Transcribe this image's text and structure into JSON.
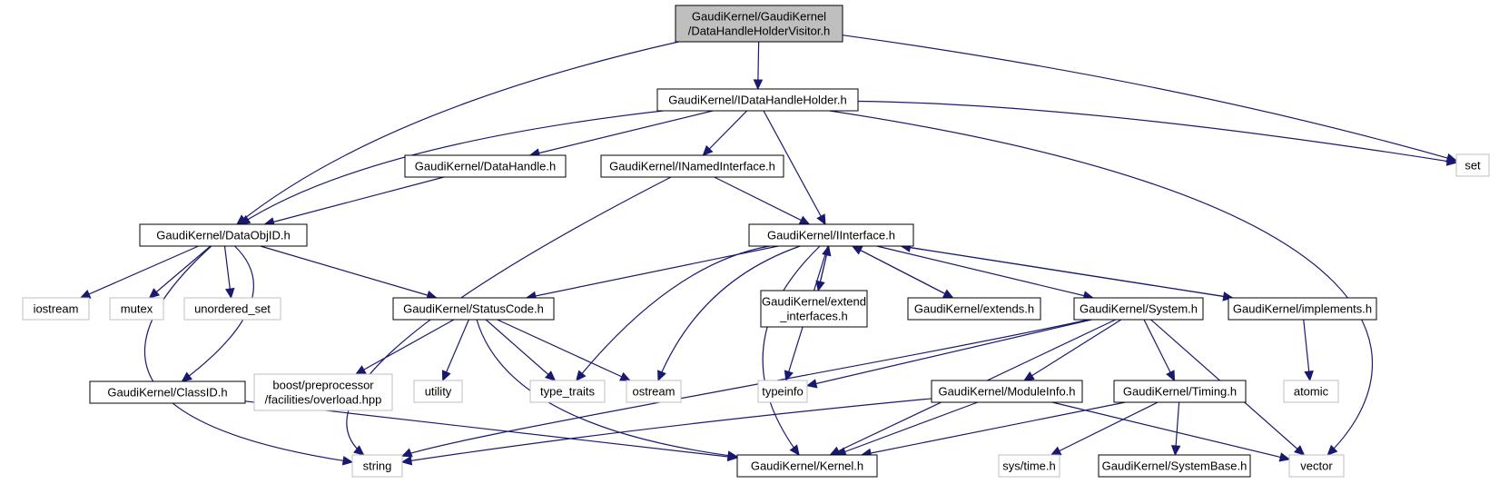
{
  "graph": {
    "title": "GaudiKernel/GaudiKernel/DataHandleHolderVisitor.h",
    "colors": {
      "edge": "#191970",
      "root_fill": "#bfbfbf",
      "internal_border": "#000000",
      "external_border": "#bfbfbf",
      "background": "#ffffff"
    },
    "nodes": [
      {
        "id": "root",
        "lines": [
          "GaudiKernel/GaudiKernel",
          "/DataHandleHolderVisitor.h"
        ],
        "kind": "root"
      },
      {
        "id": "idhh",
        "lines": [
          "GaudiKernel/IDataHandleHolder.h"
        ],
        "kind": "internal"
      },
      {
        "id": "set",
        "lines": [
          "set"
        ],
        "kind": "external"
      },
      {
        "id": "datahandle",
        "lines": [
          "GaudiKernel/DataHandle.h"
        ],
        "kind": "internal"
      },
      {
        "id": "inamed",
        "lines": [
          "GaudiKernel/INamedInterface.h"
        ],
        "kind": "internal"
      },
      {
        "id": "dataobjid",
        "lines": [
          "GaudiKernel/DataObjID.h"
        ],
        "kind": "internal"
      },
      {
        "id": "iinterface",
        "lines": [
          "GaudiKernel/IInterface.h"
        ],
        "kind": "internal"
      },
      {
        "id": "iostream",
        "lines": [
          "iostream"
        ],
        "kind": "external"
      },
      {
        "id": "mutex",
        "lines": [
          "mutex"
        ],
        "kind": "external"
      },
      {
        "id": "unordered_set",
        "lines": [
          "unordered_set"
        ],
        "kind": "external"
      },
      {
        "id": "statuscode",
        "lines": [
          "GaudiKernel/StatusCode.h"
        ],
        "kind": "internal"
      },
      {
        "id": "extend_if",
        "lines": [
          "GaudiKernel/extend",
          "_interfaces.h"
        ],
        "kind": "internal"
      },
      {
        "id": "extends",
        "lines": [
          "GaudiKernel/extends.h"
        ],
        "kind": "internal"
      },
      {
        "id": "system",
        "lines": [
          "GaudiKernel/System.h"
        ],
        "kind": "internal"
      },
      {
        "id": "implements",
        "lines": [
          "GaudiKernel/implements.h"
        ],
        "kind": "internal"
      },
      {
        "id": "classid",
        "lines": [
          "GaudiKernel/ClassID.h"
        ],
        "kind": "internal"
      },
      {
        "id": "boost",
        "lines": [
          "boost/preprocessor",
          "/facilities/overload.hpp"
        ],
        "kind": "external"
      },
      {
        "id": "utility",
        "lines": [
          "utility"
        ],
        "kind": "external"
      },
      {
        "id": "type_traits",
        "lines": [
          "type_traits"
        ],
        "kind": "external"
      },
      {
        "id": "ostream",
        "lines": [
          "ostream"
        ],
        "kind": "external"
      },
      {
        "id": "typeinfo",
        "lines": [
          "typeinfo"
        ],
        "kind": "external"
      },
      {
        "id": "moduleinfo",
        "lines": [
          "GaudiKernel/ModuleInfo.h"
        ],
        "kind": "internal"
      },
      {
        "id": "timing",
        "lines": [
          "GaudiKernel/Timing.h"
        ],
        "kind": "internal"
      },
      {
        "id": "atomic",
        "lines": [
          "atomic"
        ],
        "kind": "external"
      },
      {
        "id": "string",
        "lines": [
          "string"
        ],
        "kind": "external"
      },
      {
        "id": "kernel",
        "lines": [
          "GaudiKernel/Kernel.h"
        ],
        "kind": "internal"
      },
      {
        "id": "systime",
        "lines": [
          "sys/time.h"
        ],
        "kind": "external"
      },
      {
        "id": "systembase",
        "lines": [
          "GaudiKernel/SystemBase.h"
        ],
        "kind": "internal"
      },
      {
        "id": "vector",
        "lines": [
          "vector"
        ],
        "kind": "external"
      }
    ],
    "edges": [
      {
        "from": "root",
        "to": "idhh"
      },
      {
        "from": "root",
        "to": "dataobjid"
      },
      {
        "from": "root",
        "to": "set"
      },
      {
        "from": "idhh",
        "to": "dataobjid"
      },
      {
        "from": "idhh",
        "to": "datahandle"
      },
      {
        "from": "idhh",
        "to": "inamed"
      },
      {
        "from": "idhh",
        "to": "iinterface"
      },
      {
        "from": "idhh",
        "to": "set"
      },
      {
        "from": "idhh",
        "to": "vector"
      },
      {
        "from": "datahandle",
        "to": "dataobjid"
      },
      {
        "from": "inamed",
        "to": "iinterface"
      },
      {
        "from": "inamed",
        "to": "string"
      },
      {
        "from": "dataobjid",
        "to": "iostream"
      },
      {
        "from": "dataobjid",
        "to": "mutex"
      },
      {
        "from": "dataobjid",
        "to": "unordered_set"
      },
      {
        "from": "dataobjid",
        "to": "statuscode"
      },
      {
        "from": "dataobjid",
        "to": "classid"
      },
      {
        "from": "dataobjid",
        "to": "string"
      },
      {
        "from": "iinterface",
        "to": "statuscode"
      },
      {
        "from": "iinterface",
        "to": "extend_if"
      },
      {
        "from": "iinterface",
        "to": "extends"
      },
      {
        "from": "iinterface",
        "to": "system"
      },
      {
        "from": "iinterface",
        "to": "implements"
      },
      {
        "from": "iinterface",
        "to": "type_traits"
      },
      {
        "from": "iinterface",
        "to": "ostream"
      },
      {
        "from": "iinterface",
        "to": "typeinfo"
      },
      {
        "from": "iinterface",
        "to": "kernel"
      },
      {
        "from": "extend_if",
        "to": "iinterface"
      },
      {
        "from": "extends",
        "to": "iinterface"
      },
      {
        "from": "implements",
        "to": "iinterface"
      },
      {
        "from": "implements",
        "to": "atomic"
      },
      {
        "from": "statuscode",
        "to": "boost"
      },
      {
        "from": "statuscode",
        "to": "utility"
      },
      {
        "from": "statuscode",
        "to": "type_traits"
      },
      {
        "from": "statuscode",
        "to": "ostream"
      },
      {
        "from": "statuscode",
        "to": "kernel"
      },
      {
        "from": "classid",
        "to": "kernel"
      },
      {
        "from": "system",
        "to": "typeinfo"
      },
      {
        "from": "system",
        "to": "string"
      },
      {
        "from": "system",
        "to": "kernel"
      },
      {
        "from": "system",
        "to": "moduleinfo"
      },
      {
        "from": "system",
        "to": "timing"
      },
      {
        "from": "system",
        "to": "vector"
      },
      {
        "from": "moduleinfo",
        "to": "string"
      },
      {
        "from": "moduleinfo",
        "to": "kernel"
      },
      {
        "from": "moduleinfo",
        "to": "vector"
      },
      {
        "from": "timing",
        "to": "kernel"
      },
      {
        "from": "timing",
        "to": "systime"
      },
      {
        "from": "timing",
        "to": "systembase"
      }
    ]
  }
}
